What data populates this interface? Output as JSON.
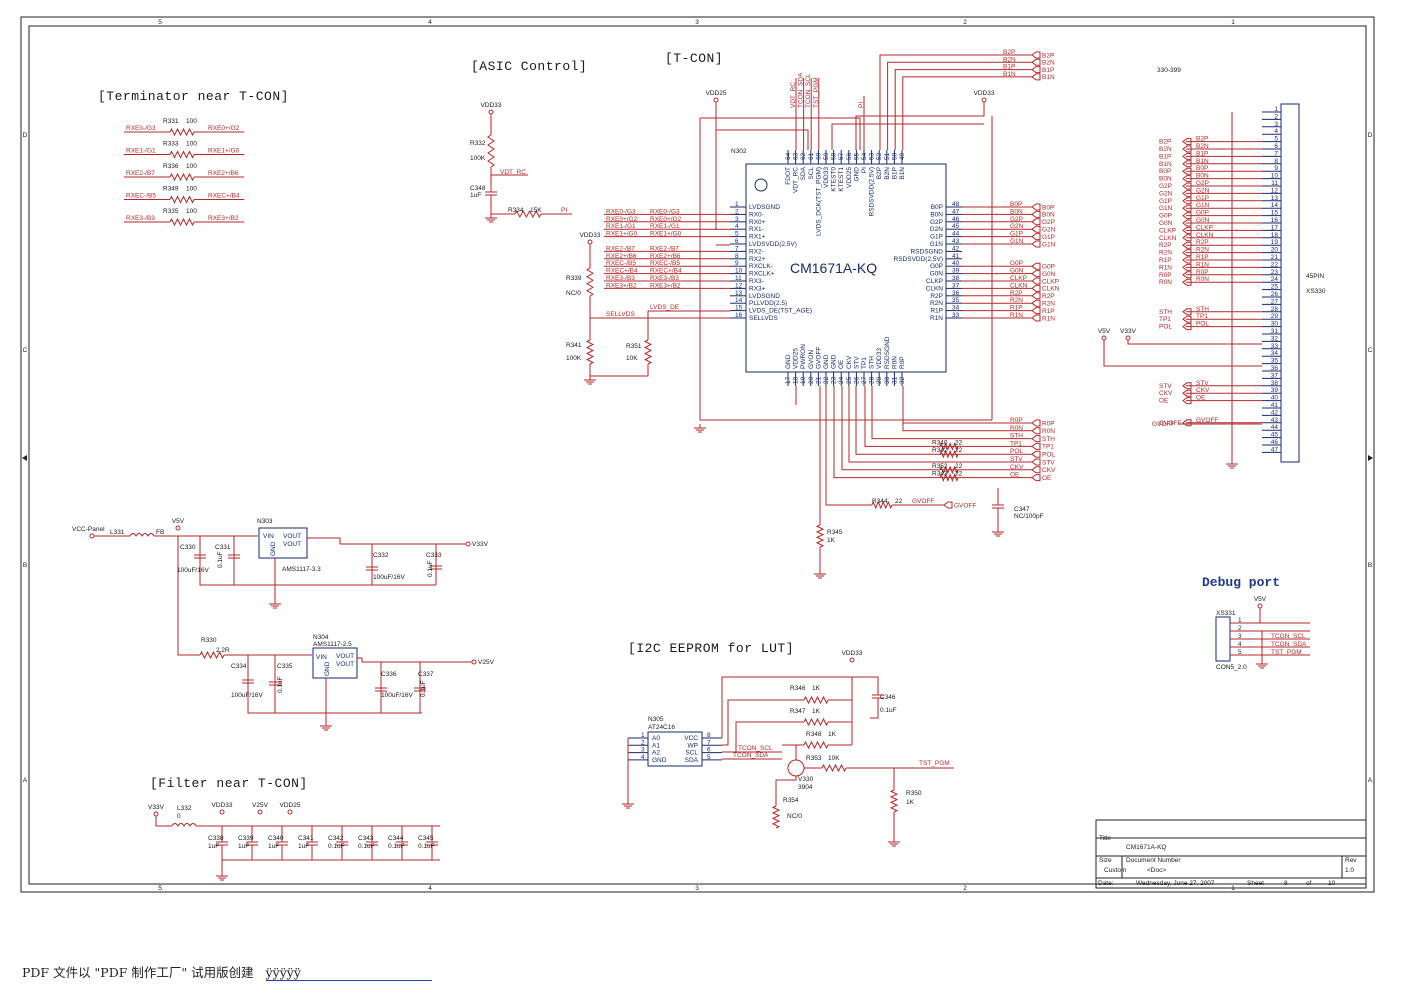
{
  "headings": {
    "terminator": "[Terminator near T-CON]",
    "asic": "[ASIC Control]",
    "tcon": "[T-CON]",
    "eeprom": "[I2C EEPROM for LUT]",
    "filter": "[Filter near T-CON]",
    "debug": "Debug port",
    "range": "330-399"
  },
  "border": {
    "top_cols": [
      "5",
      "4",
      "3",
      "2",
      "1"
    ],
    "side_rows": [
      "D",
      "C",
      "B",
      "A"
    ]
  },
  "terminators": [
    {
      "ref": "R331",
      "val": "100",
      "left": "RXE0-/G3",
      "right": "RXE0+/G2"
    },
    {
      "ref": "R333",
      "val": "100",
      "left": "RXE1-/G1",
      "right": "RXE1+/G0"
    },
    {
      "ref": "R336",
      "val": "100",
      "left": "RXE2-/B7",
      "right": "RXE2+/B6"
    },
    {
      "ref": "R349",
      "val": "100",
      "left": "RXEC-/B5",
      "right": "RXEC+/B4"
    },
    {
      "ref": "R335",
      "val": "100",
      "left": "RXE3-/B3",
      "right": "RXE3+/B2"
    }
  ],
  "asic": {
    "vdd": "VDD33",
    "r332": "R332",
    "r332v": "100K",
    "vdt": "VDT_RC",
    "c348": "C348",
    "c348v": "1uF",
    "r334": "R334",
    "r334v": "15K",
    "pi": "PI"
  },
  "tcon_chip": {
    "ref": "N302",
    "name": "CM1671A-KQ",
    "vdd25": "VDD25",
    "vdd33": "VDD33",
    "vdd33b": "VDD33",
    "left_pins": [
      {
        "n": "1",
        "name": "LVDSGND",
        "net": ""
      },
      {
        "n": "2",
        "name": "RX0-",
        "net": "RXE0-/G3"
      },
      {
        "n": "3",
        "name": "RX0+",
        "net": "RXE0+/G2"
      },
      {
        "n": "4",
        "name": "RX1-",
        "net": "RXE1-/G1"
      },
      {
        "n": "5",
        "name": "RX1+",
        "net": "RXE1+/G0"
      },
      {
        "n": "6",
        "name": "LVDSVDD(2.5V)",
        "net": ""
      },
      {
        "n": "7",
        "name": "RX2-",
        "net": "RXE2-/B7"
      },
      {
        "n": "8",
        "name": "RX2+",
        "net": "RXE2+/B6"
      },
      {
        "n": "9",
        "name": "RXCLK-",
        "net": "RXEC-/B5"
      },
      {
        "n": "10",
        "name": "RXCLK+",
        "net": "RXEC+/B4"
      },
      {
        "n": "11",
        "name": "RX3-",
        "net": "RXE3-/B3"
      },
      {
        "n": "12",
        "name": "RX3+",
        "net": "RXE3+/B2"
      },
      {
        "n": "13",
        "name": "LVDSGND",
        "net": ""
      },
      {
        "n": "14",
        "name": "PLLVDD(2.5)",
        "net": ""
      },
      {
        "n": "15",
        "name": "LVDS_DE(TST_AGE)",
        "net": "LVDS_DE"
      },
      {
        "n": "16",
        "name": "SELLVDS",
        "net": "SELLVDS"
      }
    ],
    "right_pins": [
      {
        "n": "48",
        "name": "B0P",
        "net": "B0P"
      },
      {
        "n": "47",
        "name": "B0N",
        "net": "B0N"
      },
      {
        "n": "46",
        "name": "G2P",
        "net": "G2P"
      },
      {
        "n": "45",
        "name": "G2N",
        "net": "G2N"
      },
      {
        "n": "44",
        "name": "G1P",
        "net": "G1P"
      },
      {
        "n": "43",
        "name": "G1N",
        "net": "G1N"
      },
      {
        "n": "42",
        "name": "RSDSGND",
        "net": ""
      },
      {
        "n": "41",
        "name": "RSDSVDD(2.5V)",
        "net": ""
      },
      {
        "n": "40",
        "name": "G0P",
        "net": "G0P"
      },
      {
        "n": "39",
        "name": "G0N",
        "net": "G0N"
      },
      {
        "n": "38",
        "name": "CLKP",
        "net": "CLKP"
      },
      {
        "n": "37",
        "name": "CLKN",
        "net": "CLKN"
      },
      {
        "n": "36",
        "name": "R2P",
        "net": "R2P"
      },
      {
        "n": "35",
        "name": "R2N",
        "net": "R2N"
      },
      {
        "n": "34",
        "name": "R1P",
        "net": "R1P"
      },
      {
        "n": "33",
        "name": "R1N",
        "net": "R1N"
      }
    ],
    "top_pins": [
      {
        "n": "64",
        "name": "FDOT"
      },
      {
        "n": "63",
        "name": "VDT_RC"
      },
      {
        "n": "62",
        "name": "SDA"
      },
      {
        "n": "61",
        "name": "SCL"
      },
      {
        "n": "60",
        "name": "LVDS_DCK(TST_PGM)"
      },
      {
        "n": "59",
        "name": "VDD33"
      },
      {
        "n": "58",
        "name": "KTEST0"
      },
      {
        "n": "57",
        "name": "KTEST1"
      },
      {
        "n": "56",
        "name": "VDD25"
      },
      {
        "n": "55",
        "name": "GND"
      },
      {
        "n": "54",
        "name": "PI"
      },
      {
        "n": "53",
        "name": "RSDSVDD(2.5V)"
      },
      {
        "n": "52",
        "name": "B2P"
      },
      {
        "n": "51",
        "name": "B2N"
      },
      {
        "n": "50",
        "name": "B1P"
      },
      {
        "n": "49",
        "name": "B1N"
      }
    ],
    "bottom_pins": [
      {
        "n": "17",
        "name": "GND"
      },
      {
        "n": "18",
        "name": "VDD25"
      },
      {
        "n": "19",
        "name": "PWRON"
      },
      {
        "n": "20",
        "name": "GVON"
      },
      {
        "n": "21",
        "name": "GVOFF"
      },
      {
        "n": "22",
        "name": "GND"
      },
      {
        "n": "23",
        "name": "GND"
      },
      {
        "n": "24",
        "name": "OE"
      },
      {
        "n": "25",
        "name": "CKV"
      },
      {
        "n": "26",
        "name": "STV"
      },
      {
        "n": "27",
        "name": "TP1"
      },
      {
        "n": "28",
        "name": "STH"
      },
      {
        "n": "29",
        "name": "VDD33"
      },
      {
        "n": "30",
        "name": "RSDSGND"
      },
      {
        "n": "31",
        "name": "R0N"
      },
      {
        "n": "32",
        "name": "R0P"
      }
    ],
    "top_nets": [
      "VDT_RC",
      "TCON_SDA",
      "TCON_SCL",
      "TST_PGM"
    ],
    "top_pi": "PI",
    "top_right_nets": [
      "B2P",
      "B2N",
      "B1P",
      "B1N"
    ]
  },
  "tcon_misc": {
    "vdd33": "VDD33",
    "r339": "R339",
    "r339v": "NC/0",
    "r341": "R341",
    "r341v": "100K",
    "r351": "R351",
    "r351v": "10K",
    "bottom_right": [
      {
        "ref": "",
        "val": "",
        "net": "R0P"
      },
      {
        "ref": "",
        "val": "",
        "net": "R0N"
      },
      {
        "ref": "",
        "val": "",
        "net": "STH"
      },
      {
        "ref": "R340",
        "val": "22",
        "net": "TP1"
      },
      {
        "ref": "R342",
        "val": "22",
        "net": "POL"
      },
      {
        "ref": "",
        "val": "",
        "net": "STV"
      },
      {
        "ref": "R352",
        "val": "22",
        "net": "CKV"
      },
      {
        "ref": "R343",
        "val": "22",
        "net": "OE"
      }
    ],
    "r344": "R344",
    "r344v": "22",
    "gvoff": "GVOFF",
    "c347": "C347",
    "c347v": "NC/100pF",
    "r345": "R345",
    "r345v": "1K"
  },
  "connector": {
    "ref": "XS330",
    "type": "45PIN",
    "pins": [
      "1",
      "2",
      "3",
      "4",
      "5",
      "6",
      "7",
      "8",
      "9",
      "10",
      "11",
      "12",
      "13",
      "14",
      "15",
      "16",
      "17",
      "18",
      "19",
      "20",
      "21",
      "22",
      "23",
      "24",
      "25",
      "26",
      "27",
      "28",
      "29",
      "30",
      "31",
      "32",
      "33",
      "34",
      "35",
      "36",
      "37",
      "38",
      "39",
      "40",
      "41",
      "42",
      "43",
      "44",
      "45",
      "46",
      "47"
    ],
    "nets": {
      "5": "B2P",
      "6": "B2N",
      "7": "B1P",
      "8": "B1N",
      "9": "B0P",
      "10": "B0N",
      "11": "G2P",
      "12": "G2N",
      "13": "G1P",
      "14": "G1N",
      "15": "G0P",
      "16": "G0N",
      "17": "CLKP",
      "18": "CLKN",
      "19": "R2P",
      "20": "R2N",
      "21": "R1P",
      "22": "R1N",
      "23": "R0P",
      "24": "R0N",
      "28": "STH",
      "29": "TP1",
      "30": "POL",
      "38": "STV",
      "39": "CKV",
      "40": "OE",
      "43": "GVOFF"
    },
    "v5v": "V5V",
    "v33v": "V33V",
    "gvoff_left": "GVOFF"
  },
  "power": {
    "vcc": "VCC-Panel",
    "l331": "L331",
    "fb": "FB",
    "v5v": "V5V",
    "n303": "N303",
    "n303p": "AMS1117-3.3",
    "vin": "VIN",
    "gnd": "GND",
    "vout": "VOUT",
    "c330": "C330",
    "c330v": "100uF/16V",
    "c331": "C331",
    "c331v": "0.1uF",
    "c332": "C332",
    "c332v": "100uF/16V",
    "c333": "C333",
    "c333v": "0.1uF",
    "v33v": "V33V",
    "r330": "R330",
    "r330v": "2.2R",
    "n304": "N304",
    "n304p": "AMS1117-2.5",
    "c334": "C334",
    "c334v": "100uF/16V",
    "c335": "C335",
    "c335v": "0.1uF",
    "c336": "C336",
    "c336v": "100uF/16V",
    "c337": "C337",
    "c337v": "0.1uF",
    "v25v": "V25V"
  },
  "eeprom": {
    "vdd33": "VDD33",
    "ref": "N305",
    "part": "AT24C16",
    "lpins": [
      {
        "n": "1",
        "name": "A0"
      },
      {
        "n": "2",
        "name": "A1"
      },
      {
        "n": "3",
        "name": "A2"
      },
      {
        "n": "4",
        "name": "GND"
      }
    ],
    "rpins": [
      {
        "n": "8",
        "name": "VCC"
      },
      {
        "n": "7",
        "name": "WP"
      },
      {
        "n": "6",
        "name": "SCL"
      },
      {
        "n": "5",
        "name": "SDA"
      }
    ],
    "r346": "R346",
    "r346v": "1K",
    "r347": "R347",
    "r347v": "1K",
    "r348": "R348",
    "r348v": "1K",
    "c346": "C346",
    "c346v": "0.1uF",
    "scl": "TCON_SCL",
    "sda": "TCON_SDA",
    "r353": "R353",
    "r353v": "10K",
    "v330": "V330",
    "v330v": "3904",
    "r354": "R354",
    "r354v": "NC/0",
    "tst": "TST_PGM",
    "r350": "R350",
    "r350v": "1K"
  },
  "filter": {
    "v33v": "V33V",
    "l332": "L332",
    "l332v": "0",
    "vdd33": "VDD33",
    "v25v": "V25V",
    "vdd25": "VDD25",
    "caps": [
      {
        "ref": "C338",
        "val": "1uF"
      },
      {
        "ref": "C339",
        "val": "1uF"
      },
      {
        "ref": "C340",
        "val": "1uF"
      },
      {
        "ref": "C341",
        "val": "1uF"
      },
      {
        "ref": "C342",
        "val": "0.1uF"
      },
      {
        "ref": "C343",
        "val": "0.1uF"
      },
      {
        "ref": "C344",
        "val": "0.1uF"
      },
      {
        "ref": "C345",
        "val": "0.1uF"
      }
    ]
  },
  "debug": {
    "ref": "XS331",
    "part": "CON5_2.0",
    "v5v": "V5V",
    "pins": [
      {
        "n": "1",
        "net": ""
      },
      {
        "n": "2",
        "net": ""
      },
      {
        "n": "3",
        "net": "TCON_SCL"
      },
      {
        "n": "4",
        "net": "TCON_SDA"
      },
      {
        "n": "5",
        "net": "TST_PGM"
      }
    ]
  },
  "titleblock": {
    "title_label": "Title",
    "title": "CM1671A-KQ",
    "size_label": "Size",
    "size": "Custom",
    "doc_label": "Document Number",
    "doc": "<Doc>",
    "rev_label": "Rev",
    "rev": "1.0",
    "date_label": "Date:",
    "date": "Wednesday, June 27, 2007",
    "sheet_label": "Sheet",
    "sheet": "8",
    "of_label": "of",
    "of": "10"
  },
  "footer": {
    "text": "PDF 文件以 \"PDF 制作工厂\" 试用版创建",
    "link": "ÿÿÿÿÿ"
  }
}
